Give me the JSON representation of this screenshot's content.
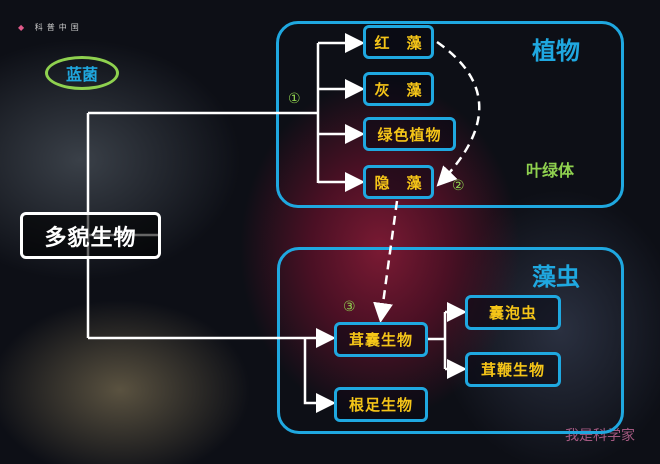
{
  "watermarks": {
    "top_left": "科普中国",
    "bottom_right": "我是科学家"
  },
  "cyanobacteria": "蓝菌",
  "root": "多貌生物",
  "plants": {
    "title": "植物",
    "chloroplast": "叶绿体",
    "items": [
      "红　藻",
      "灰　藻",
      "绿色植物",
      "隐　藻"
    ]
  },
  "alveolates": {
    "title": "藻虫",
    "items": [
      "茸囊生物",
      "根足生物",
      "囊泡虫",
      "茸鞭生物"
    ]
  },
  "markers": [
    "①",
    "②",
    "③"
  ]
}
